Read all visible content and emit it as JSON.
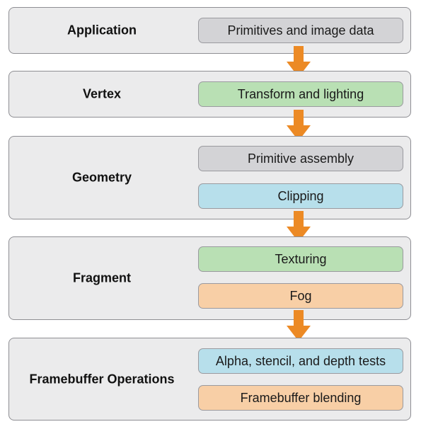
{
  "colors": {
    "stage_bg": "#ebebec",
    "stage_border": "#8e8e93",
    "gray": "#d3d3d6",
    "green": "#b9e0b4",
    "blue": "#b7dfeb",
    "orange": "#f8cfa6",
    "arrow": "#ec8a25"
  },
  "stages": [
    {
      "label": "Application",
      "boxes": [
        {
          "text": "Primitives and image data",
          "color": "gray"
        }
      ]
    },
    {
      "label": "Vertex",
      "boxes": [
        {
          "text": "Transform and lighting",
          "color": "green"
        }
      ]
    },
    {
      "label": "Geometry",
      "boxes": [
        {
          "text": "Primitive assembly",
          "color": "gray"
        },
        {
          "text": "Clipping",
          "color": "blue"
        }
      ]
    },
    {
      "label": "Fragment",
      "boxes": [
        {
          "text": "Texturing",
          "color": "green"
        },
        {
          "text": "Fog",
          "color": "orange"
        }
      ]
    },
    {
      "label": "Framebuffer Operations",
      "boxes": [
        {
          "text": "Alpha, stencil, and depth tests",
          "color": "blue"
        },
        {
          "text": "Framebuffer blending",
          "color": "orange"
        }
      ]
    }
  ]
}
